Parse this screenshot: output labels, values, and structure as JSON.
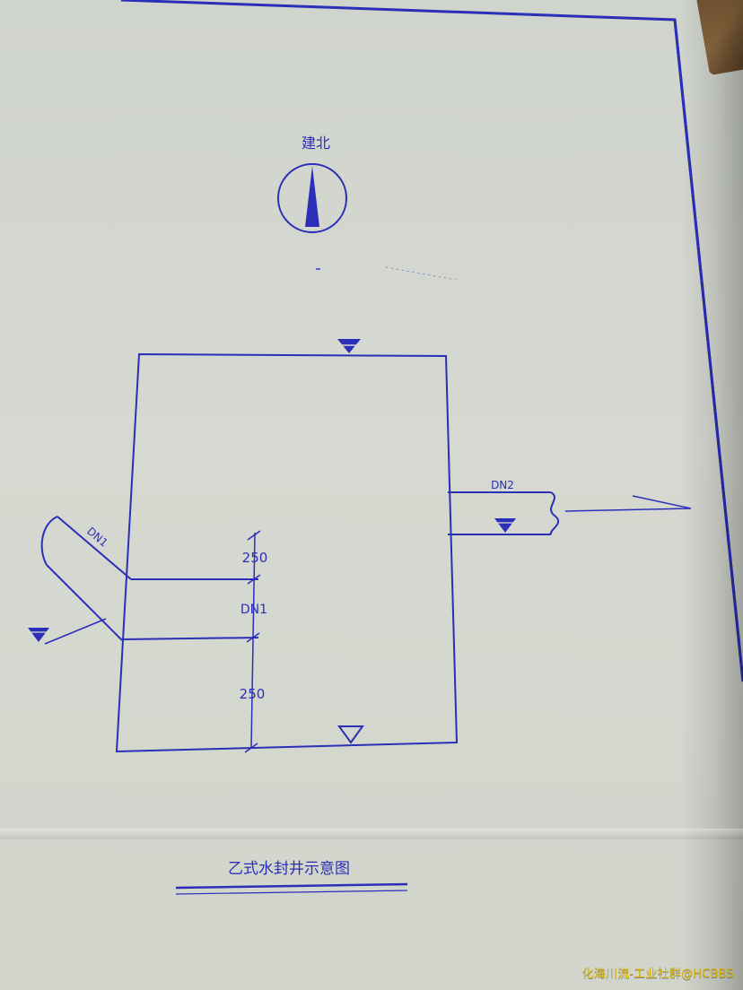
{
  "colors": {
    "ink": "#2b2fb8",
    "paper": "#d6d9d1",
    "watermark": "#d9b300"
  },
  "drawing": {
    "north_label": "建北",
    "pipe_left_label": "DN1",
    "pipe_right_label": "DN2",
    "dimension_top": "250",
    "dimension_middle": "DN1",
    "dimension_bottom": "250",
    "title": "乙式水封井示意图"
  },
  "watermark": "化海川流-工业社群@HCBBS",
  "icons": {
    "north_arrow": "north-arrow-icon",
    "water_level_marker": "water-level-triangle-icon",
    "bottom_marker": "bottom-elevation-triangle-icon"
  }
}
